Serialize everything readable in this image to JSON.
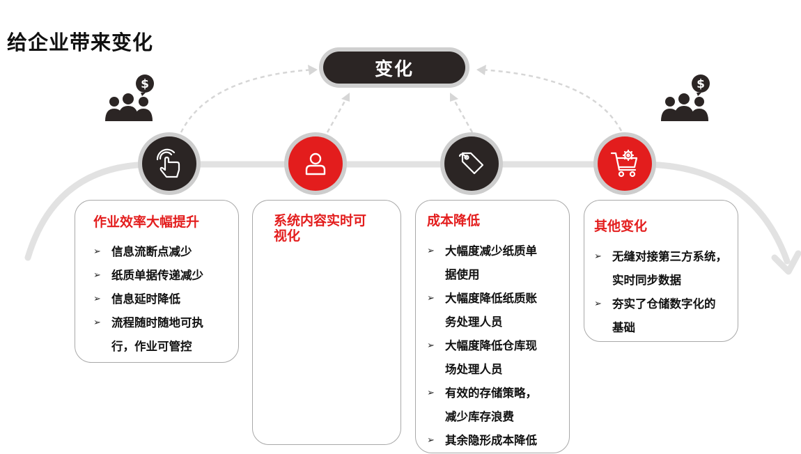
{
  "title": "给企业带来变化",
  "center_label": "变化",
  "colors": {
    "accent": "#e31d1d",
    "dark": "#2b2524",
    "ring": "#cdcdcd",
    "track": "#e2e2e2"
  },
  "nodes": [
    {
      "icon": "hand-touch-icon",
      "style": "dark"
    },
    {
      "icon": "person-icon",
      "style": "red"
    },
    {
      "icon": "price-tag-icon",
      "style": "dark"
    },
    {
      "icon": "shopping-cart-gear-icon",
      "style": "red"
    }
  ],
  "cards": [
    {
      "title": "作业效率大幅提升",
      "items": [
        [
          "信息流断点减少"
        ],
        [
          "纸质单据传递减少"
        ],
        [
          "信息延时降低"
        ],
        [
          "流程随时随地可执",
          "行，作业可管控"
        ]
      ]
    },
    {
      "title": "系统内容实时可视化",
      "title_lines": [
        "系统内容实时可",
        "视化"
      ],
      "items": []
    },
    {
      "title": "成本降低",
      "items": [
        [
          "大幅度减少纸质单",
          "据使用"
        ],
        [
          "大幅度降低纸质账",
          "务处理人员"
        ],
        [
          "大幅度降低仓库现",
          "场处理人员"
        ],
        [
          "有效的存储策略，",
          "减少库存浪费"
        ],
        [
          "其余隐形成本降低"
        ]
      ]
    },
    {
      "title": "其他变化",
      "items": [
        [
          "无缝对接第三方系统，",
          "实时同步数据"
        ],
        [
          "夯实了仓储数字化的",
          "基础"
        ]
      ]
    }
  ]
}
